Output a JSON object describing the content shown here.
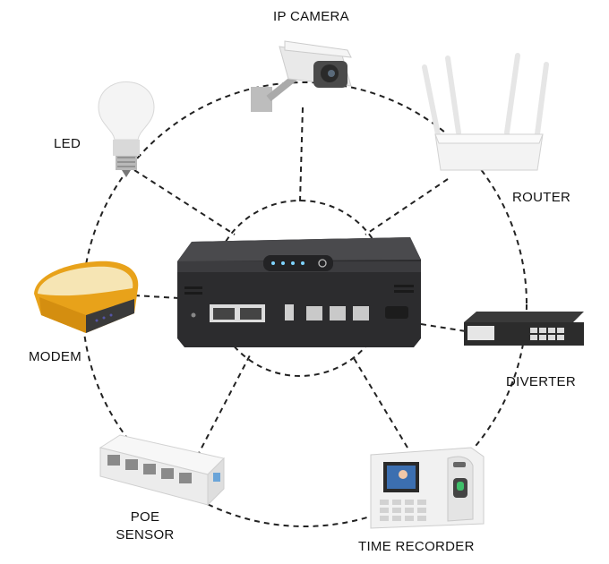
{
  "diagram": {
    "labels": {
      "ip_camera": "IP CAMERA",
      "led": "LED",
      "router": "ROUTER",
      "modem": "MODEM",
      "diverter": "DIVERTER",
      "poe_line1": "POE",
      "poe_line2": "SENSOR",
      "time_recorder": "TIME RECORDER"
    },
    "colors": {
      "line": "#222222",
      "hub_body": "#3a3a3c",
      "modem_accent": "#e8a21a",
      "white_device": "#f2f2f2"
    }
  }
}
